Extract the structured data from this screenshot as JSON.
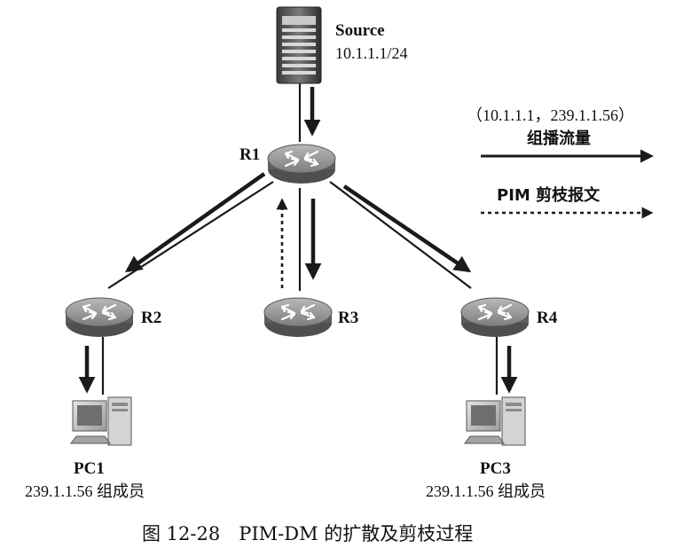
{
  "source": {
    "label": "Source",
    "address": "10.1.1.1/24"
  },
  "routers": {
    "r1": "R1",
    "r2": "R2",
    "r3": "R3",
    "r4": "R4"
  },
  "hosts": {
    "pc1": {
      "name": "PC1",
      "role": "239.1.1.56 组成员"
    },
    "pc3": {
      "name": "PC3",
      "role": "239.1.1.56 组成员"
    }
  },
  "legend": {
    "flow_group": "（10.1.1.1，239.1.1.56）",
    "flow_label": "组播流量",
    "prune_label": "PIM 剪枝报文"
  },
  "caption": "图 12-28　PIM-DM 的扩散及剪枝过程",
  "colors": {
    "line": "#1a1a1a",
    "router_top": "#9a9a9a",
    "router_side": "#5e5e5e",
    "icon": "pc-icon",
    "server_icon": "server-icon",
    "router_icon": "router-icon"
  }
}
